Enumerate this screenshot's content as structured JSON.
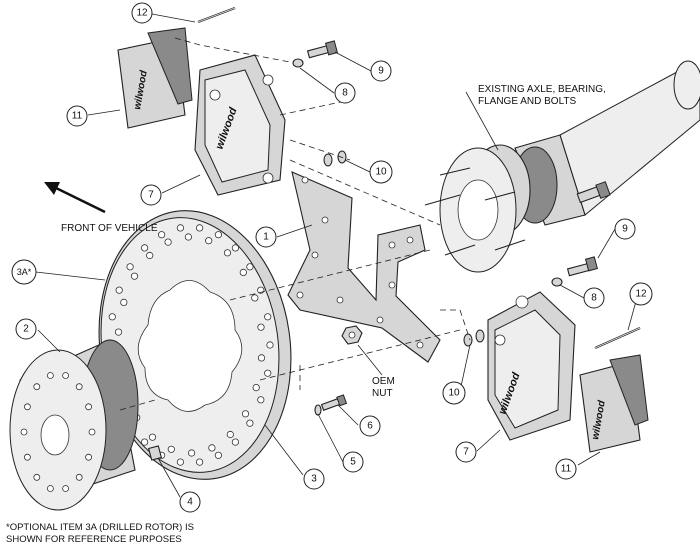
{
  "callouts": {
    "c1": "1",
    "c2": "2",
    "c3": "3",
    "c3a": "3A*",
    "c4": "4",
    "c5": "5",
    "c6": "6",
    "c7_top": "7",
    "c7_bottom": "7",
    "c8_top": "8",
    "c8_bottom": "8",
    "c9_top": "9",
    "c9_bottom": "9",
    "c10_top": "10",
    "c10_bottom": "10",
    "c11_top": "11",
    "c11_bottom": "11",
    "c12_top": "12",
    "c12_bottom": "12"
  },
  "labels": {
    "existing_line1": "EXISTING AXLE, BEARING,",
    "existing_line2": "FLANGE AND BOLTS",
    "front_of_vehicle": "FRONT OF VEHICLE",
    "oem_line1": "OEM",
    "oem_line2": "NUT",
    "footnote_line1": "*OPTIONAL ITEM 3A (DRILLED ROTOR) IS",
    "footnote_line2": "SHOWN FOR REFERENCE PURPOSES"
  },
  "brand_mark": "wilwood"
}
